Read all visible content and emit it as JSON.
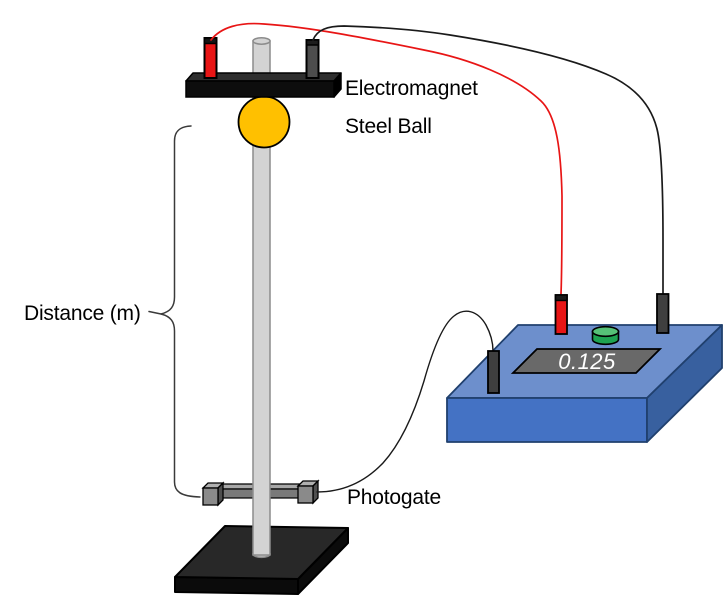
{
  "labels": {
    "electromagnet": "Electromagnet",
    "steel_ball": "Steel Ball",
    "distance": "Distance (m)",
    "photogate": "Photogate"
  },
  "timer": {
    "display_value": "0.125"
  },
  "colors": {
    "ball": "#FFC000",
    "pole": "#D3D3D3",
    "base_top": "#282828",
    "base_side": "#0b0b0b",
    "box_top": "#6D8FCC",
    "box_front": "#4472C4",
    "box_right": "#38609F",
    "display_bg": "#696969",
    "display_text": "#FFFFFF",
    "button_top": "#56C177",
    "button_side": "#1EA351",
    "wire_red": "#E81515",
    "wire_black": "#1A1A1A",
    "terminal_red": "#E81515",
    "terminal_gray": "#4D4D4D",
    "post_gray": "#3F3F3F"
  }
}
